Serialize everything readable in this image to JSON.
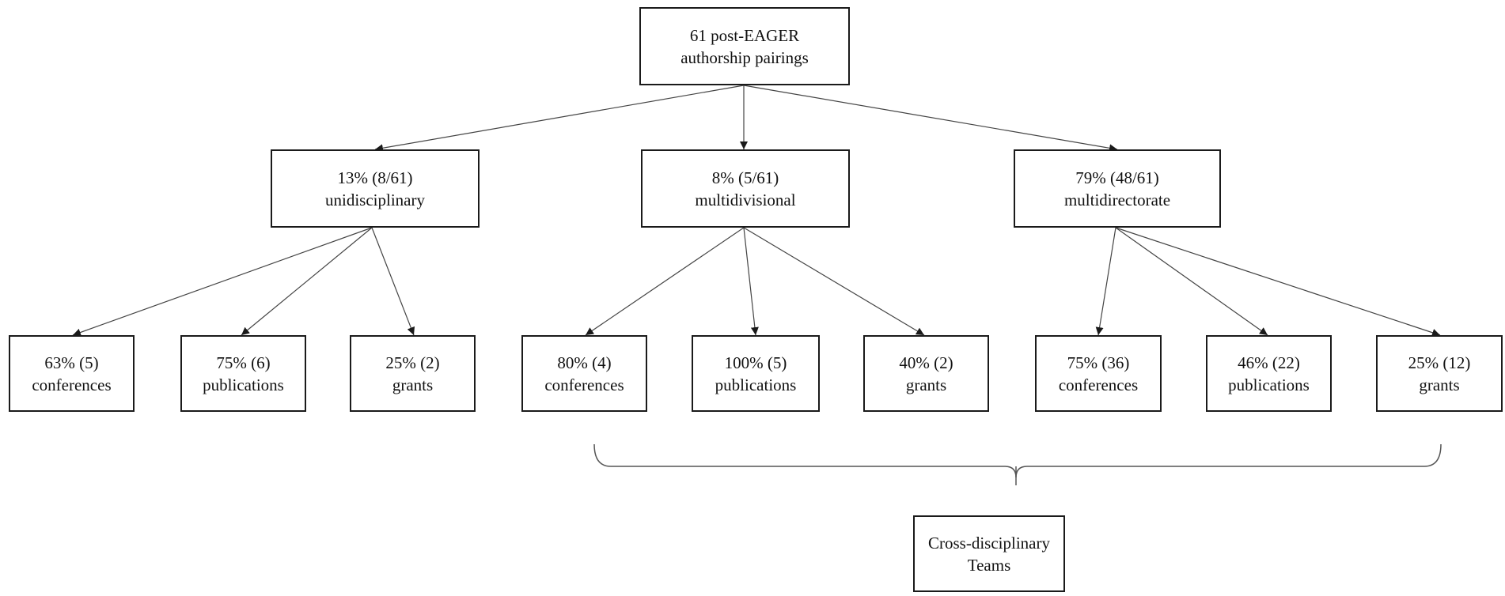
{
  "diagram": {
    "root": {
      "line1": "61 post-EAGER",
      "line2": "authorship pairings"
    },
    "categories": [
      {
        "line1": "13% (8/61)",
        "line2": "unidisciplinary",
        "outcomes": [
          {
            "line1": "63% (5)",
            "line2": "conferences"
          },
          {
            "line1": "75% (6)",
            "line2": "publications"
          },
          {
            "line1": "25% (2)",
            "line2": "grants"
          }
        ]
      },
      {
        "line1": "8% (5/61)",
        "line2": "multidivisional",
        "outcomes": [
          {
            "line1": "80% (4)",
            "line2": "conferences"
          },
          {
            "line1": "100% (5)",
            "line2": "publications"
          },
          {
            "line1": "40% (2)",
            "line2": "grants"
          }
        ]
      },
      {
        "line1": "79% (48/61)",
        "line2": "multidirectorate",
        "outcomes": [
          {
            "line1": "75% (36)",
            "line2": "conferences"
          },
          {
            "line1": "46% (22)",
            "line2": "publications"
          },
          {
            "line1": "25% (12)",
            "line2": "grants"
          }
        ]
      }
    ],
    "cross_disciplinary": {
      "line1": "Cross-disciplinary",
      "line2": "Teams"
    }
  }
}
